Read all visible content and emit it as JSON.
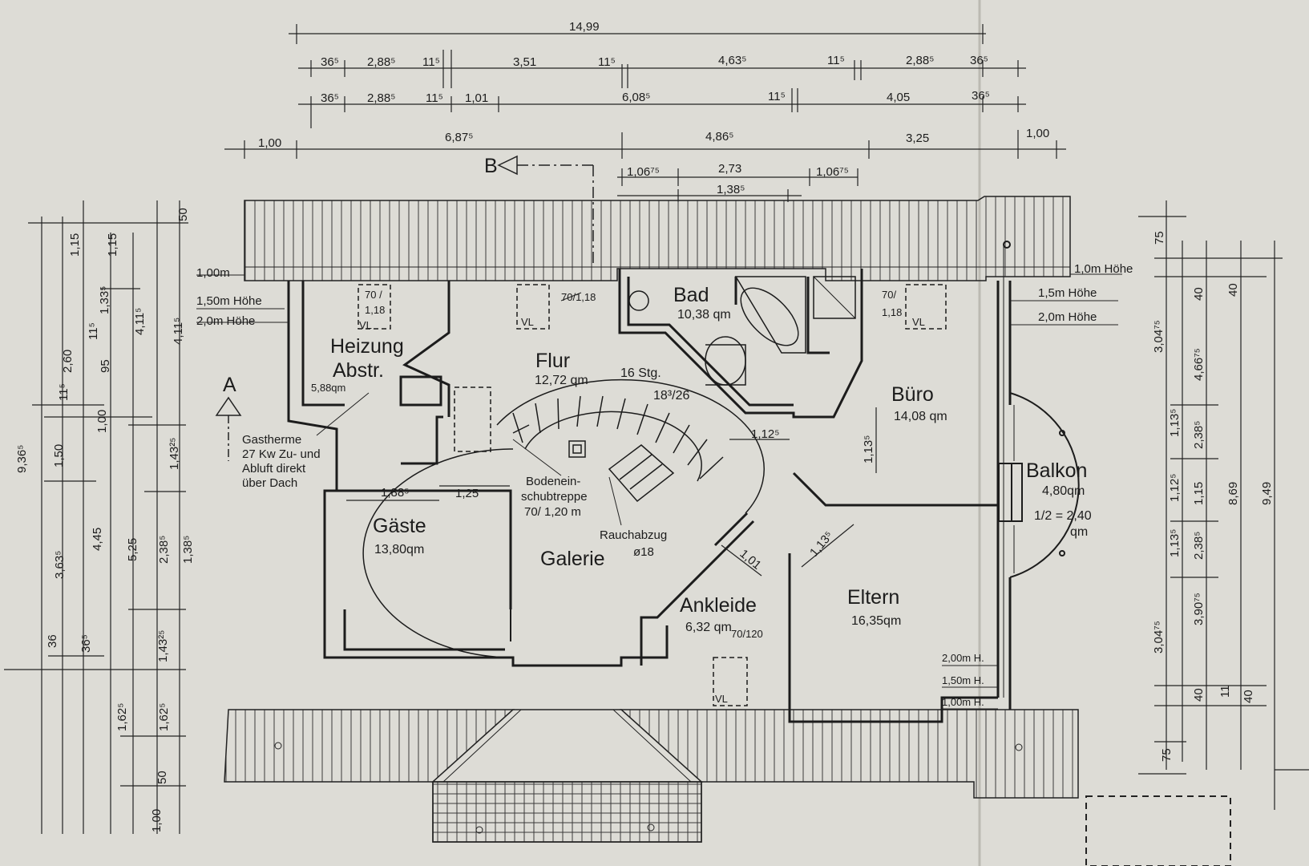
{
  "top_dimensions": {
    "row1": [
      "14,99"
    ],
    "row2": [
      "36⁵",
      "2,88⁵",
      "11⁵",
      "3,51",
      "11⁵",
      "4,63⁵",
      "11⁵",
      "2,88⁵",
      "36⁵"
    ],
    "row3": [
      "36⁵",
      "2,88⁵",
      "11⁵",
      "1,01",
      "6,08⁵",
      "11⁵",
      "4,05",
      "36⁵"
    ],
    "row4": [
      "1,00",
      "6,87⁵",
      "4,86⁵",
      "3,25",
      "1,00"
    ],
    "row5": [
      "1,06⁷⁵",
      "2,73",
      "1,06⁷⁵"
    ],
    "row6": [
      "1,38⁵"
    ]
  },
  "left_dimensions": [
    "9,36⁵",
    "1,15",
    "1,15",
    "1,33⁵",
    "11⁵",
    "2,60",
    "95",
    "4,11⁵",
    "4,11⁵",
    "50",
    "11⁵",
    "1,00",
    "1,50",
    "1,43²⁵",
    "3,63⁵",
    "4,45",
    "5,25",
    "2,38⁵",
    "1,38⁵",
    "36",
    "36⁵",
    "1,43²⁵",
    "1,62⁵",
    "1,62⁵",
    "50",
    "1,00"
  ],
  "right_dimensions": [
    "75",
    "40",
    "40",
    "3,04⁷⁵",
    "4,66⁷⁵",
    "1,13⁵",
    "2,38⁵",
    "1,12⁵",
    "1,15",
    "1,13⁵",
    "2,38⁵",
    "8,69",
    "9,49",
    "3,90⁷⁵",
    "3,04⁷⁵",
    "40",
    "11",
    "40",
    "75"
  ],
  "section_markers": {
    "a": "A",
    "b": "B"
  },
  "height_marks": {
    "left_100": "1,00m",
    "left_150": "1,50m Höhe",
    "left_200": "2,0m Höhe",
    "right_100": "1,0m Höhe",
    "right_150": "1,5m Höhe",
    "right_200": "2,0m Höhe",
    "eltern_200": "2,00m H.",
    "eltern_150": "1,50m H.",
    "eltern_100": "1,00m H."
  },
  "rooms": {
    "heizung": {
      "name1": "Heizung",
      "name2": "Abstr.",
      "area": "5,88qm"
    },
    "flur": {
      "name": "Flur",
      "area": "12,72 qm"
    },
    "bad": {
      "name": "Bad",
      "area": "10,38 qm"
    },
    "buero": {
      "name": "Büro",
      "area": "14,08 qm"
    },
    "gaeste": {
      "name": "Gäste",
      "area": "13,80qm"
    },
    "galerie": {
      "name": "Galerie"
    },
    "ankleide": {
      "name": "Ankleide",
      "area": "6,32 qm"
    },
    "eltern": {
      "name": "Eltern",
      "area": "16,35qm"
    },
    "balkon": {
      "name": "Balkon",
      "area": "4,80qm",
      "half": "1/2 = 2,40",
      "unit": "qm"
    }
  },
  "stairs": {
    "count": "16 Stg.",
    "ratio": "18³/26"
  },
  "notes": {
    "gastherme": [
      "Gastherme",
      "27 Kw Zu- und",
      "Abluft direkt",
      "über Dach"
    ],
    "bodentreppe": [
      "Bodenein-",
      "schubtreppe",
      "70/ 1,20 m"
    ],
    "rauchabzug": [
      "Rauchabzug",
      "ø18"
    ]
  },
  "windows": {
    "w1": {
      "size1": "70 /",
      "size2": "1,18",
      "tag": "VL"
    },
    "w2": {
      "size": "70/1,18",
      "tag": "VL"
    },
    "w3": {
      "size1": "70/",
      "size2": "1,18",
      "tag": "VL"
    },
    "w4": {
      "size": "70/120",
      "tag": "VL"
    }
  },
  "inner_dimensions": {
    "gaeste_w": "1,88⁵",
    "gaeste_door": "1,25",
    "bad_door": "1,12⁵",
    "buero_door": "1,13⁵",
    "eltern_door": "1,13⁵",
    "ankleide_door": "1,01"
  }
}
